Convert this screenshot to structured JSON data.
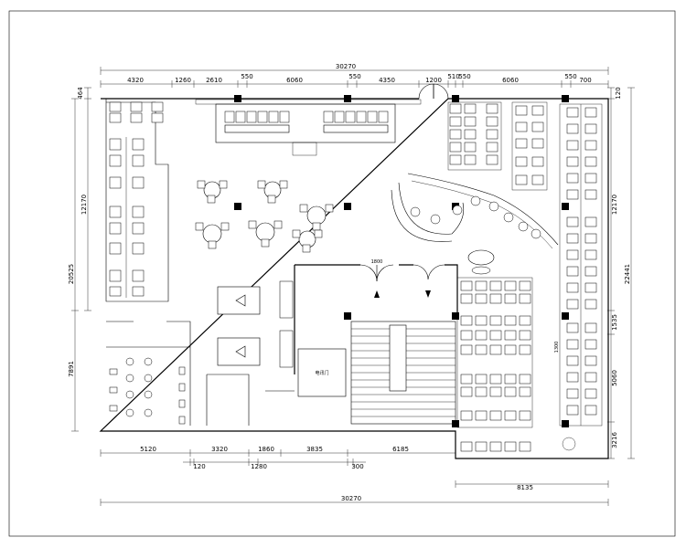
{
  "drawing": {
    "top_dims": [
      "4320",
      "1260",
      "2610",
      "550",
      "6060",
      "550",
      "4350",
      "1200",
      "510",
      "550",
      "6060",
      "550",
      "700"
    ],
    "top_total": "30270",
    "bottom_dims": [
      "5120",
      "3320",
      "1860",
      "3835",
      "6185"
    ],
    "bottom_small": [
      "120",
      "1280",
      "300"
    ],
    "bottom_right": "8135",
    "bottom_total": "30270",
    "left_outer": [
      "20525",
      "7891"
    ],
    "left_inner": [
      "464",
      "12170"
    ],
    "right_inner": [
      "120",
      "12170",
      "1535",
      "5060",
      "3216"
    ],
    "right_outer": "22441",
    "door_width": "1800",
    "inner_dim": "1300",
    "room_label": "电讯门"
  }
}
